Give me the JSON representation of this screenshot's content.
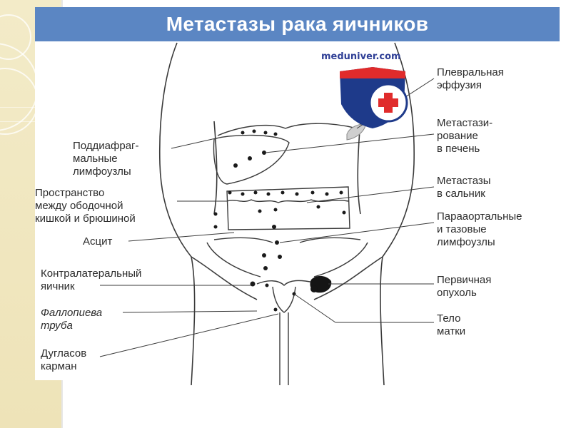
{
  "title": "Метастазы рака яичников",
  "watermark": "meduniver.com",
  "labels": {
    "pleural": "Плевральная\nэффузия",
    "liver": "Метастази-\nрование\nв печень",
    "subdiaphragm": "Поддиафраг-\nмальные\nлимфоузлы",
    "omentum": "Метастазы\nв сальник",
    "space": "Пространство\nмежду ободочной\nкишкой и брюшиной",
    "paraaortic": "Парааортальные\nи тазовые\nлимфоузлы",
    "ascites": "Асцит",
    "primary": "Первичная\nопухоль",
    "contralateral": "Контралатеральный\nяичник",
    "fallopian": "Фаллопиева\nтруба",
    "uterus": "Тело\nматки",
    "douglas": "Дугласов\nкарман"
  },
  "colors": {
    "banner": "#5b86c3",
    "line": "#3a3a3a",
    "dots": "#1a1a1a",
    "logo_red": "#e02b2b",
    "logo_blue": "#1e3a8a"
  }
}
